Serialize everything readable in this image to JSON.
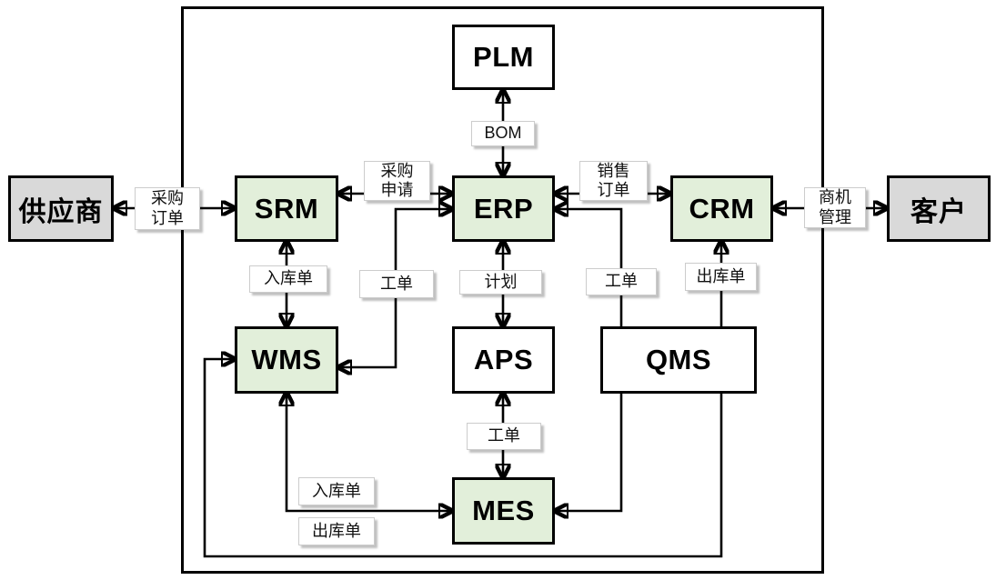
{
  "diagram": {
    "title": "enterprise-systems-integration-diagram",
    "colors": {
      "system_green": "#e2efda",
      "system_white": "#ffffff",
      "external_gray": "#d9d9d9",
      "line_black": "#000000",
      "label_bg": "#ffffff"
    },
    "nodes": {
      "supplier": {
        "label": "供应商",
        "kind": "external"
      },
      "customer": {
        "label": "客户",
        "kind": "external"
      },
      "plm": {
        "label": "PLM",
        "kind": "system-white"
      },
      "srm": {
        "label": "SRM",
        "kind": "system-green"
      },
      "erp": {
        "label": "ERP",
        "kind": "system-green"
      },
      "crm": {
        "label": "CRM",
        "kind": "system-green"
      },
      "wms": {
        "label": "WMS",
        "kind": "system-green"
      },
      "aps": {
        "label": "APS",
        "kind": "system-white"
      },
      "qms": {
        "label": "QMS",
        "kind": "system-white"
      },
      "mes": {
        "label": "MES",
        "kind": "system-green"
      }
    },
    "edge_labels": {
      "purchase_order": "采购\n订单",
      "purchase_request": "采购\n申请",
      "bom": "BOM",
      "sales_order": "销售\n订单",
      "opportunity_mgmt": "商机\n管理",
      "inbound_srm_wms": "入库单",
      "work_order_erp_wms": "工单",
      "plan_erp_aps": "计划",
      "work_order_erp_qms": "工单",
      "outbound_crm": "出库单",
      "work_order_aps_mes": "工单",
      "inbound_wms_mes": "入库单",
      "outbound_wms_mes": "出库单"
    },
    "edges": [
      {
        "from": "供应商",
        "to": "SRM",
        "label": "采购订单",
        "bidirectional": true
      },
      {
        "from": "SRM",
        "to": "ERP",
        "label": "采购申请",
        "bidirectional": true
      },
      {
        "from": "PLM",
        "to": "ERP",
        "label": "BOM",
        "bidirectional": true
      },
      {
        "from": "ERP",
        "to": "CRM",
        "label": "销售订单",
        "bidirectional": true
      },
      {
        "from": "CRM",
        "to": "客户",
        "label": "商机管理",
        "bidirectional": true
      },
      {
        "from": "SRM",
        "to": "WMS",
        "label": "入库单",
        "bidirectional": true
      },
      {
        "from": "ERP",
        "to": "WMS",
        "label": "工单",
        "bidirectional": true
      },
      {
        "from": "ERP",
        "to": "APS",
        "label": "计划",
        "bidirectional": true
      },
      {
        "from": "APS",
        "to": "MES",
        "label": "工单",
        "bidirectional": true
      },
      {
        "from": "ERP",
        "to": "MES",
        "label": "工单",
        "via": "QMS",
        "bidirectional": true
      },
      {
        "from": "CRM",
        "to": "WMS",
        "label": "出库单",
        "via": "QMS",
        "bidirectional": true
      },
      {
        "from": "WMS",
        "to": "MES",
        "label": "入库单 / 出库单",
        "bidirectional": true
      }
    ]
  }
}
